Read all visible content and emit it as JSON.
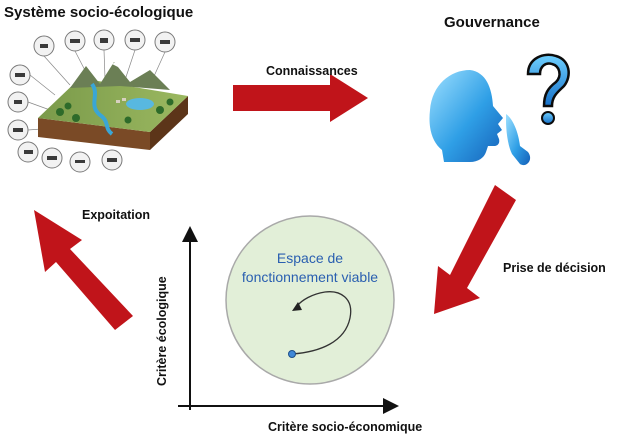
{
  "diagram": {
    "title_left": "Système socio-écologique",
    "title_right": "Gouvernance",
    "arrow_top_label": "Connaissances",
    "arrow_left_label": "Expoitation",
    "arrow_right_label": "Prise de décision",
    "circle_line1": "Espace de",
    "circle_line2": "fonctionnement viable",
    "x_axis_label": "Critère socio-économique",
    "y_axis_label": "Critère écologique"
  },
  "colors": {
    "arrow_red": "#c0141a",
    "circle_fill": "#e2efd8",
    "circle_stroke": "#a9a9a9",
    "head_blue": "#2f9fe6",
    "circle_text": "#2a5fb0"
  },
  "icons": [
    "ecosystem-block-illustration",
    "thinking-head-icon",
    "question-mark-icon"
  ]
}
